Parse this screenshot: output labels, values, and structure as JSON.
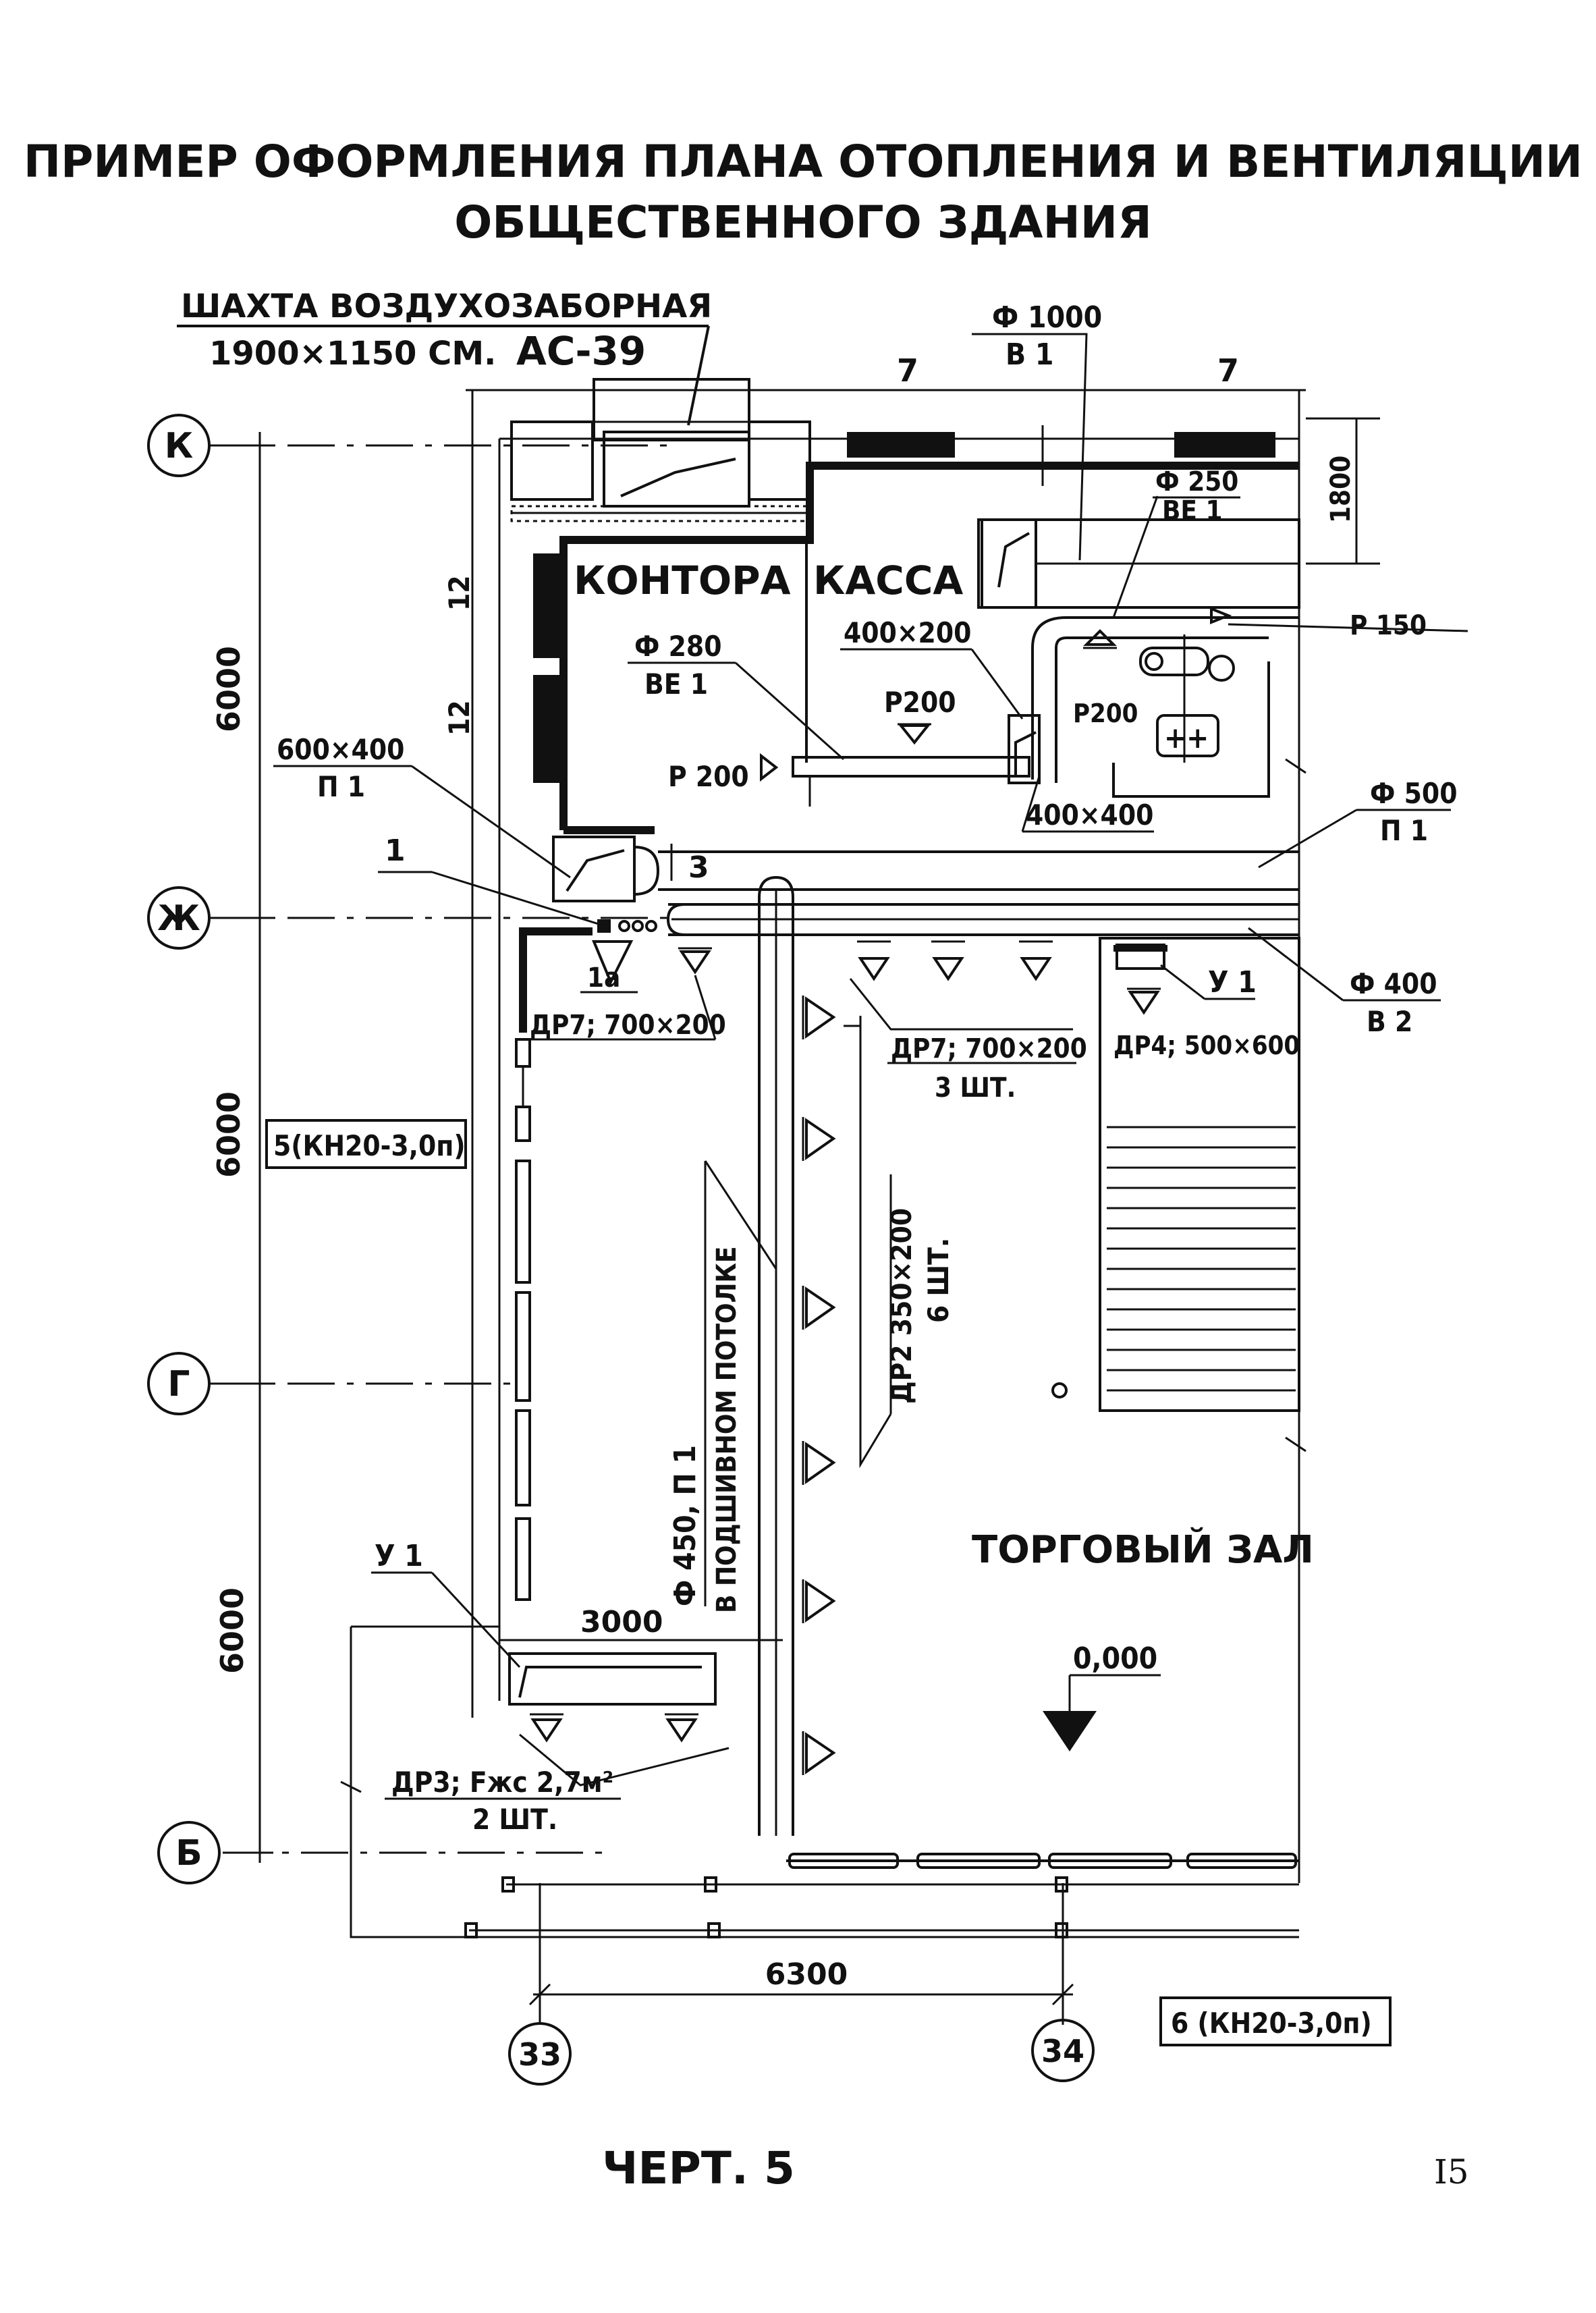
{
  "title": {
    "line1": "ПРИМЕР ОФОРМЛЕНИЯ ПЛАНА ОТОПЛЕНИЯ И ВЕНТИЛЯЦИИ",
    "line2": "ОБЩЕСТВЕННОГО ЗДАНИЯ"
  },
  "shaft": {
    "label": "ШАХТА ВОЗДУХОЗАБОРНАЯ",
    "size": "1900×1150 СМ.",
    "code": "АС-39"
  },
  "axes": {
    "rows": [
      "К",
      "Ж",
      "Г",
      "Б"
    ],
    "cols": [
      "33",
      "34"
    ]
  },
  "dimensions": {
    "left": [
      "6000",
      "6000",
      "6000"
    ],
    "small": [
      "12",
      "12"
    ],
    "top": [
      "7",
      "7"
    ],
    "right_top": "1800",
    "span_bottom": "6300",
    "span_3000": "3000"
  },
  "rooms": {
    "office": "КОНТОРА",
    "cash": "КАССА",
    "hall": "ТОРГОВЫЙ ЗАЛ",
    "level": "0,000"
  },
  "labels": {
    "phi1000": "Ф 1000",
    "v1": "В 1",
    "phi250": "Ф 250",
    "ve1_a": "ВЕ 1",
    "p150": "Р 150",
    "size400x200": "400×200",
    "phi280": "Ф 280",
    "ve1_b": "ВЕ 1",
    "p200_a": "Р200",
    "p200_b": "Р200",
    "p200_c": "Р 200",
    "size400x400": "400×400",
    "size600x400": "600×400",
    "p1_a": "П 1",
    "phi500": "Ф 500",
    "p1_b": "П 1",
    "mark1": "1",
    "mark3": "3",
    "mark1a": "1а",
    "phi400": "Ф 400",
    "v2": "В 2",
    "dr7_a": "ДР7; 700×200",
    "dr7_b": "ДР7; 700×200",
    "dr7_b_qty": "3 ШТ.",
    "u1_a": "У 1",
    "dr4": "ДР4; 500×600",
    "heater5": "5(КН20-3,0п)",
    "heater6": "6 (КН20-3,0п)",
    "duct_v1": "Ф 450, П 1",
    "duct_v2": "В ПОДШИВНОМ ПОТОЛКЕ",
    "dr2_a": "ДР2  350×200",
    "dr2_b": "6 ШТ.",
    "u1_b": "У 1",
    "dr3": "ДР3; Fжс 2,7м²",
    "dr3_qty": "2 ШТ."
  },
  "footer": {
    "caption": "ЧЕРТ. 5",
    "page": "I5"
  }
}
